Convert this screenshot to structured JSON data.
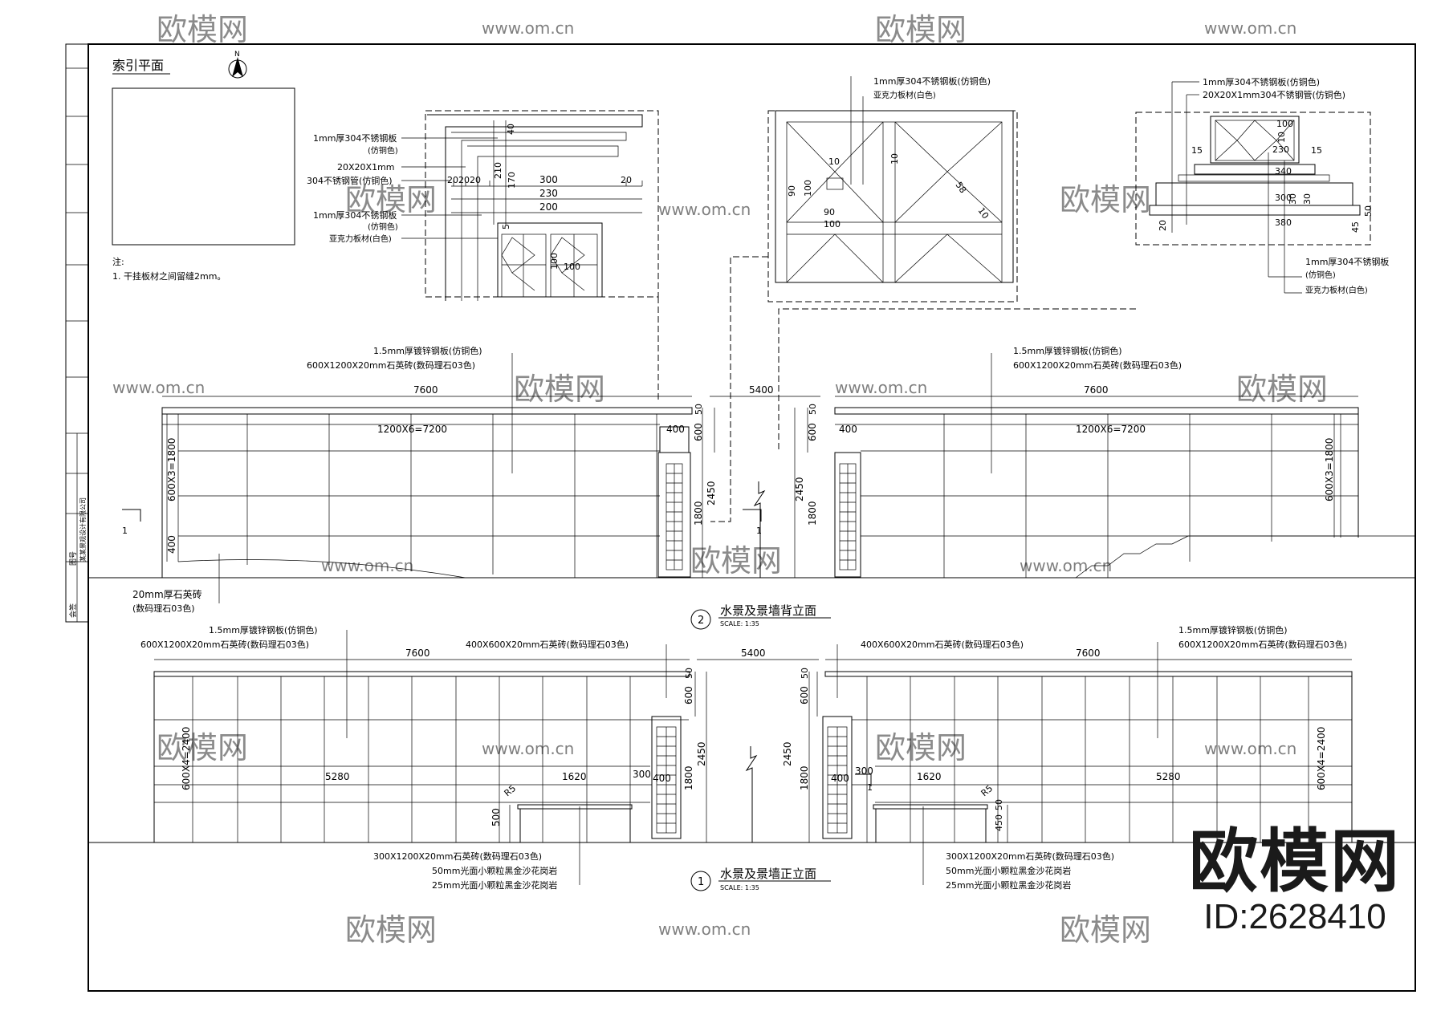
{
  "watermark": {
    "logo_text": "欧模网",
    "url_text": "www.om.cn",
    "brand_text": "欧模网",
    "id_text": "ID:2628410"
  },
  "index_plan": {
    "title": "索引平面",
    "north": "N"
  },
  "notes": {
    "title": "注:",
    "line1": "1. 干挂板材之间留缝2mm。"
  },
  "detail1": {
    "label1": "1mm厚304不锈钢板",
    "label1b": "(仿铜色)",
    "label2": "20X20X1mm",
    "label2b": "304不锈钢管(仿铜色)",
    "label3": "1mm厚304不锈钢板",
    "label3b": "(仿铜色)",
    "label4": "亚克力板材(白色)",
    "d_40": "40",
    "d_210": "210",
    "d_170": "170",
    "d_300": "300",
    "d_230": "230",
    "d_200": "200",
    "d_20a": "20",
    "d_20b": "20",
    "d_20c": "20",
    "d_20d": "20",
    "d_100a": "100",
    "d_100b": "100",
    "d_5": "5"
  },
  "detail2": {
    "label1": "1mm厚304不锈钢板(仿铜色)",
    "label2": "亚克力板材(白色)",
    "d_90": "90",
    "d_100": "100",
    "d_10a": "10",
    "d_10b": "10",
    "d_90b": "90",
    "d_100b": "100",
    "d_58": "58",
    "d_10c": "10"
  },
  "detail3": {
    "label1": "1mm厚304不锈钢板(仿铜色)",
    "label2": "20X20X1mm304不锈钢管(仿铜色)",
    "label3": "1mm厚304不锈钢板",
    "label3b": "(仿铜色)",
    "label4": "亚克力板材(白色)",
    "d_100": "100",
    "d_230": "230",
    "d_15a": "15",
    "d_15b": "15",
    "d_340": "340",
    "d_300": "300",
    "d_380": "380",
    "d_20": "20",
    "d_30a": "30",
    "d_30b": "30",
    "d_45": "45",
    "d_50": "50",
    "d_10": "10"
  },
  "elev2": {
    "title_no": "2",
    "title": "水景及景墙背立面",
    "scale": "SCALE: 1:35",
    "left_label1": "1.5mm厚镀锌钢板(仿铜色)",
    "left_label2": "600X1200X20mm石英砖(数码理石03色)",
    "right_label1": "1.5mm厚镀锌钢板(仿铜色)",
    "right_label2": "600X1200X20mm石英砖(数码理石03色)",
    "bottom_label1": "20mm厚石英砖",
    "bottom_label2": "(数码理石03色)",
    "d_7600a": "7600",
    "d_7600b": "7600",
    "d_5400": "5400",
    "d_7200a": "1200X6=7200",
    "d_7200b": "1200X6=7200",
    "d_400a": "400",
    "d_400b": "400",
    "d_400c": "400",
    "d_1800a": "600X3=1800",
    "d_1800b": "600X3=1800",
    "d_600a": "600",
    "d_600b": "600",
    "d_50a": "50",
    "d_50b": "50",
    "d_2450a": "2450",
    "d_2450b": "2450",
    "d_1800c": "1800",
    "d_1800d": "1800",
    "sec_a": "1",
    "sec_b": "1"
  },
  "elev1": {
    "title_no": "1",
    "title": "水景及景墙正立面",
    "scale": "SCALE: 1:35",
    "label_l1": "1.5mm厚镀锌钢板(仿铜色)",
    "label_l2": "600X1200X20mm石英砖(数码理石03色)",
    "label_m1": "400X600X20mm石英砖(数码理石03色)",
    "label_m2": "400X600X20mm石英砖(数码理石03色)",
    "label_r1": "1.5mm厚镀锌钢板(仿铜色)",
    "label_r2": "600X1200X20mm石英砖(数码理石03色)",
    "bench_l1": "300X1200X20mm石英砖(数码理石03色)",
    "bench_l2": "50mm光面小颗粒黑金沙花岗岩",
    "bench_l3": "25mm光面小颗粒黑金沙花岗岩",
    "bench_r1": "300X1200X20mm石英砖(数码理石03色)",
    "bench_r2": "50mm光面小颗粒黑金沙花岗岩",
    "bench_r3": "25mm光面小颗粒黑金沙花岗岩",
    "d_7600a": "7600",
    "d_7600b": "7600",
    "d_5400": "5400",
    "d_5280a": "5280",
    "d_5280b": "5280",
    "d_1620a": "1620",
    "d_1620b": "1620",
    "d_300a": "300",
    "d_300b": "300",
    "d_400a": "400",
    "d_400b": "400",
    "d_2400a": "600X4=2400",
    "d_2400b": "600X4=2400",
    "d_2450a": "2450",
    "d_2450b": "2450",
    "d_1800a": "1800",
    "d_1800b": "1800",
    "d_600a": "600",
    "d_600b": "600",
    "d_50a": "50",
    "d_50b": "50",
    "d_500": "500",
    "d_450": "450",
    "d_50c": "50",
    "d_r5a": "R5",
    "d_r5b": "R5",
    "sec_c": "1"
  },
  "sidebar": {
    "t1": "会签",
    "t2": "图号",
    "t3": "某某景观设计有限公司"
  }
}
